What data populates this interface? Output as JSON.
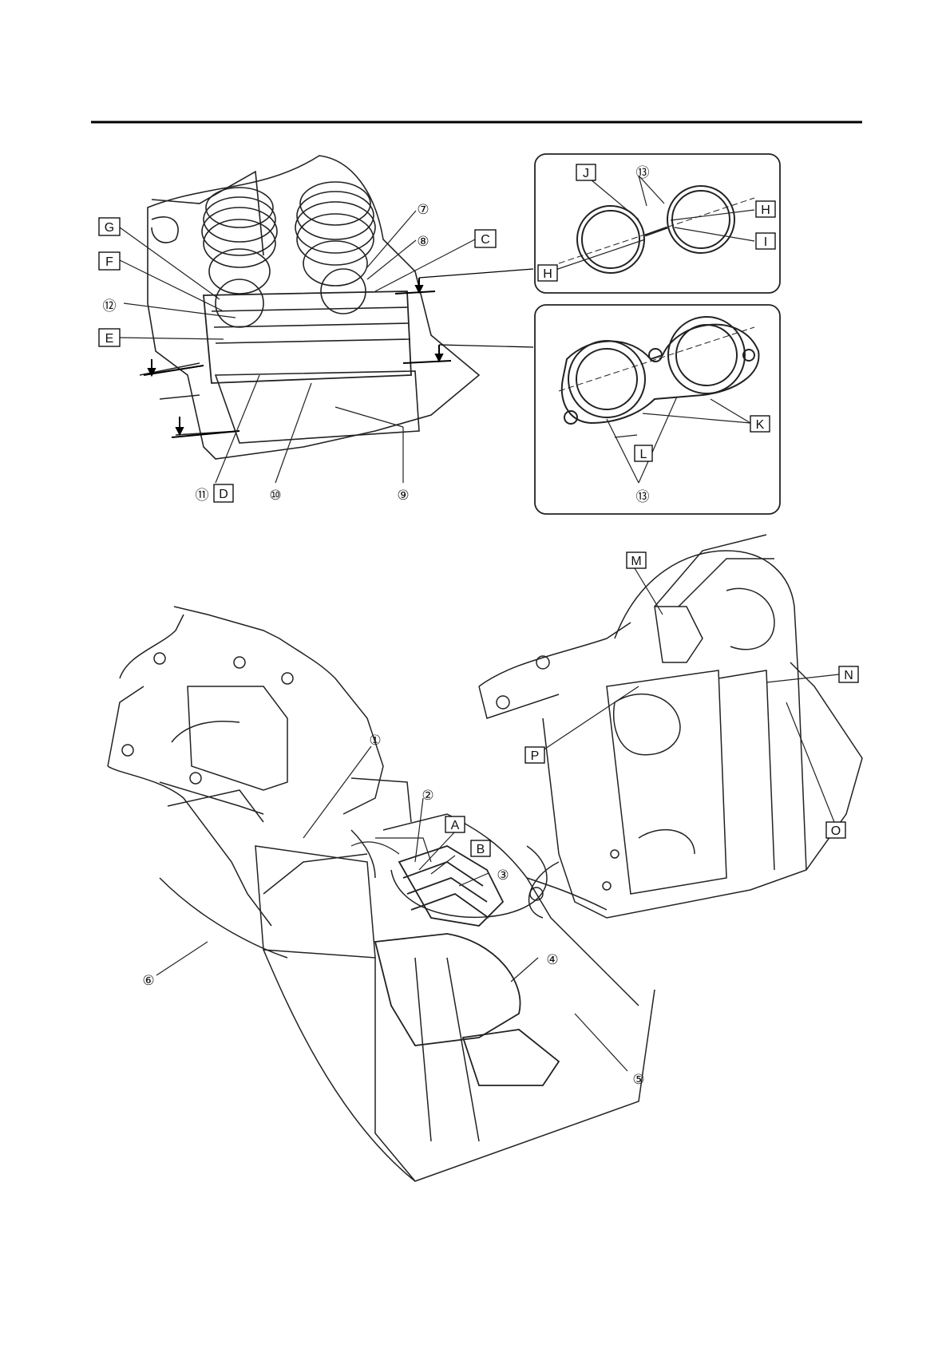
{
  "figure": {
    "detail_top_right_labels": {
      "j": "J",
      "h_right": "H",
      "i": "I",
      "h_left": "H",
      "c13": "⑬"
    },
    "detail_mid_right_labels": {
      "k": "K",
      "l": "L",
      "c13": "⑬"
    },
    "top_left_view_labels": {
      "g": "G",
      "f": "F",
      "e": "E",
      "c": "C",
      "d": "D",
      "c7": "⑦",
      "c8": "⑧",
      "c9": "⑨",
      "c10": "⑩",
      "c11": "⑪",
      "c12": "⑫"
    },
    "bottom_left_view_labels": {
      "c1": "①",
      "c2": "②",
      "c3": "③",
      "c4": "④",
      "c5": "⑤",
      "c6": "⑥",
      "a": "A",
      "b": "B"
    },
    "bottom_right_view_labels": {
      "m": "M",
      "n": "N",
      "o": "O",
      "p": "P"
    }
  }
}
